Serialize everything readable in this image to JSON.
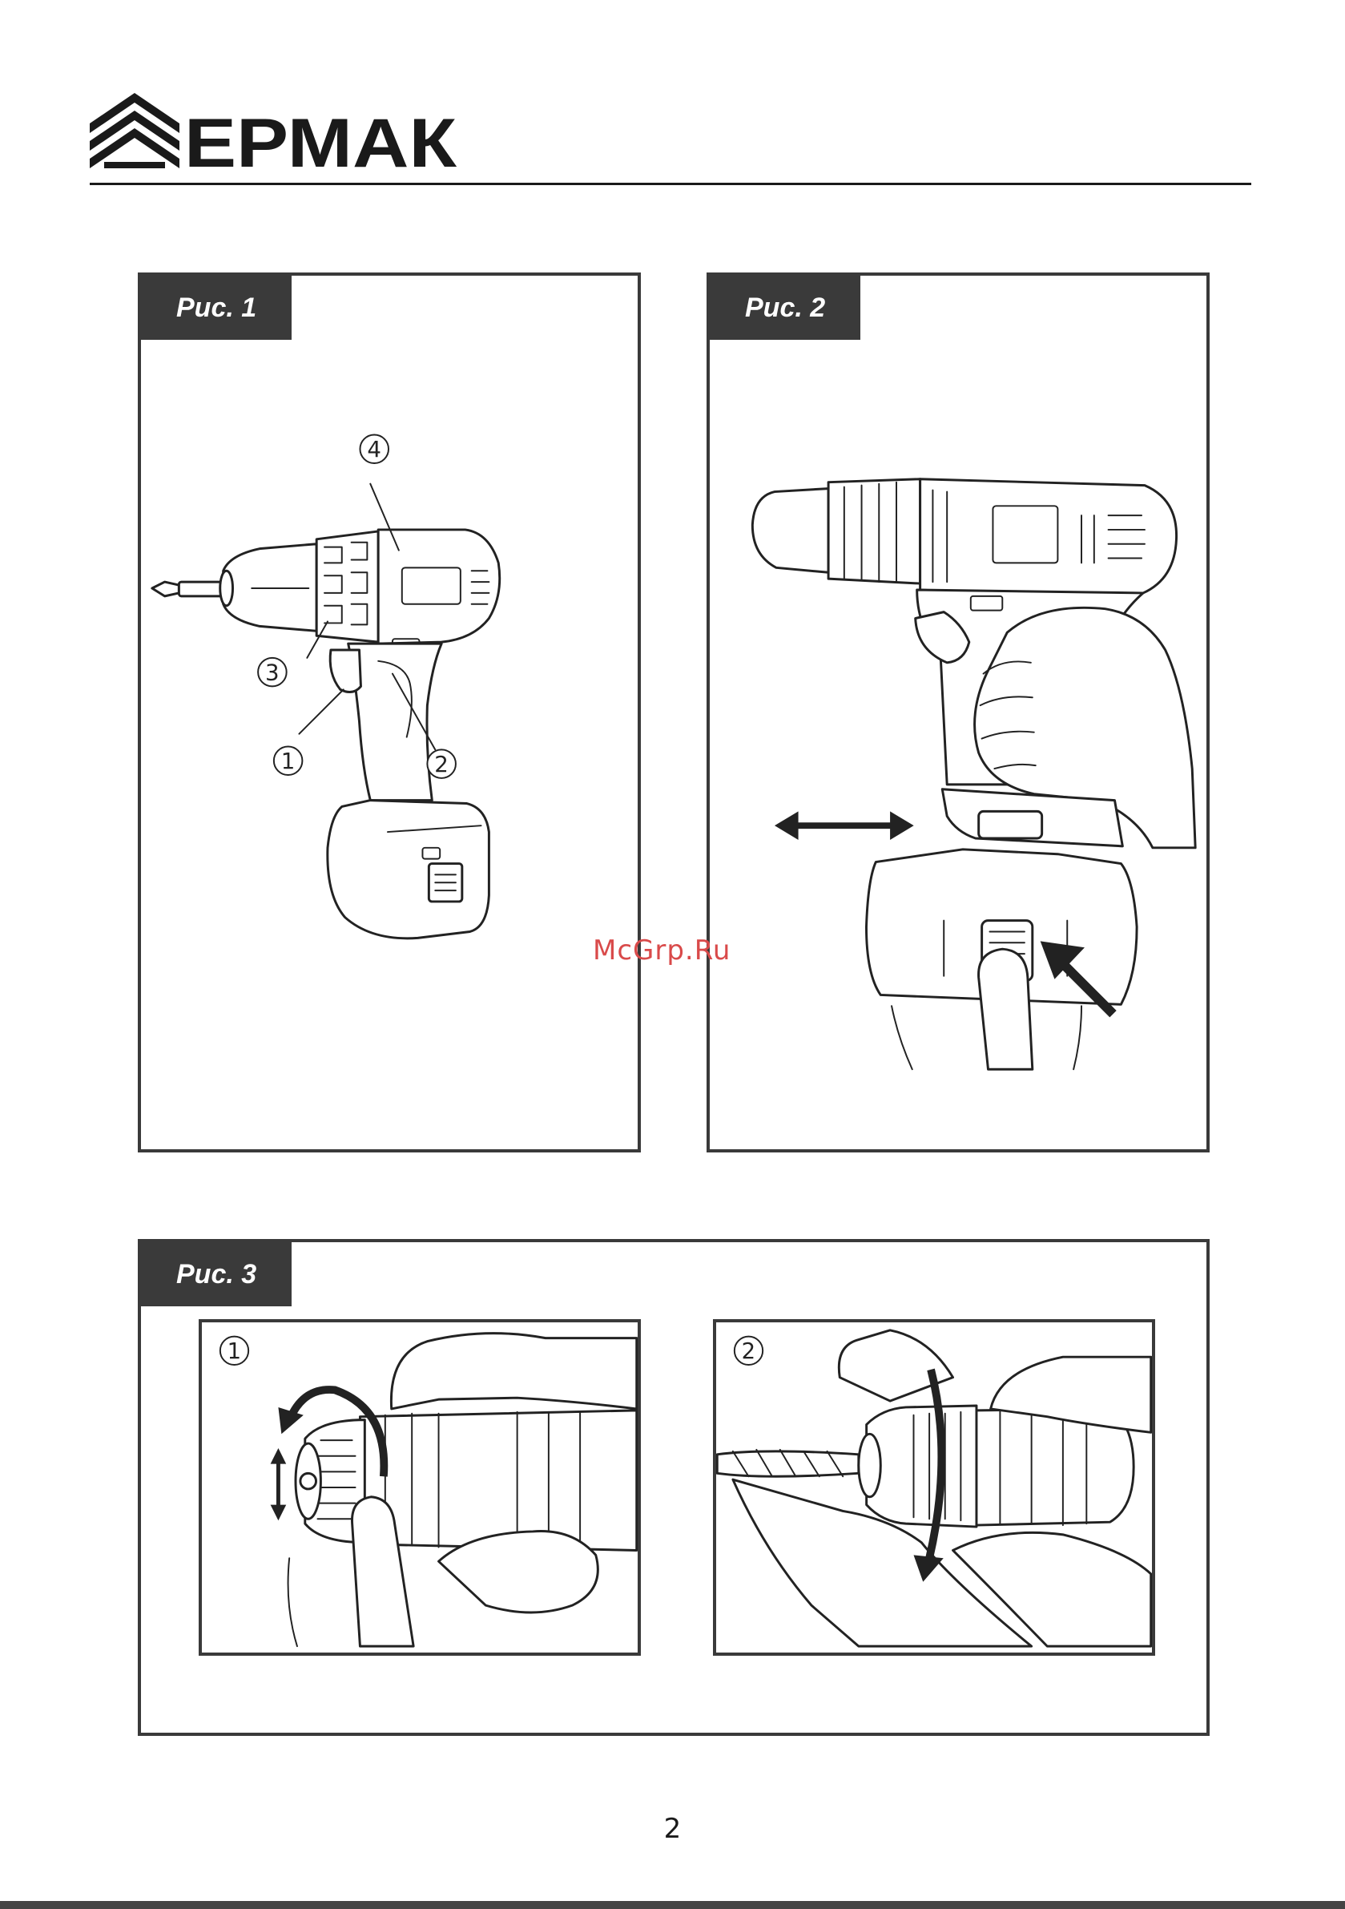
{
  "brand": {
    "name": "ЕРМАК"
  },
  "figures": {
    "fig1": {
      "label": "Рис. 1",
      "callouts": [
        "1",
        "2",
        "3",
        "4"
      ]
    },
    "fig2": {
      "label": "Рис. 2"
    },
    "fig3": {
      "label": "Рис. 3",
      "steps": [
        "1",
        "2"
      ]
    }
  },
  "watermark": "McGrp.Ru",
  "page_number": "2"
}
